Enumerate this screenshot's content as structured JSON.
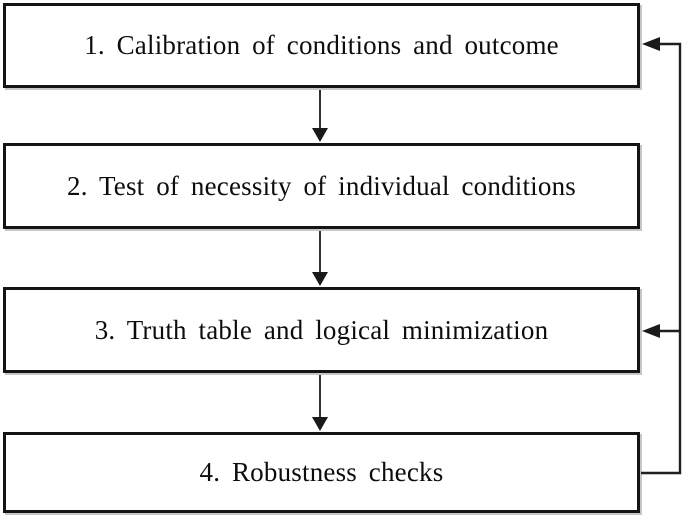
{
  "diagram": {
    "background_color": "#ffffff",
    "line_color": "#1a1a1a",
    "box_border_color": "#141414",
    "boxes": [
      {
        "id": "box-1",
        "label": "1. Calibration of conditions and outcome"
      },
      {
        "id": "box-2",
        "label": "2. Test of necessity of individual conditions"
      },
      {
        "id": "box-3",
        "label": "3. Truth table and logical minimization"
      },
      {
        "id": "box-4",
        "label": "4. Robustness checks"
      }
    ],
    "connections": [
      {
        "from": "box-1",
        "to": "box-2",
        "type": "forward-down"
      },
      {
        "from": "box-2",
        "to": "box-3",
        "type": "forward-down"
      },
      {
        "from": "box-3",
        "to": "box-4",
        "type": "forward-down"
      },
      {
        "from": "box-4",
        "to": "box-1",
        "type": "feedback-right-side"
      },
      {
        "from": "box-4",
        "to": "box-3",
        "type": "feedback-right-side"
      }
    ]
  }
}
